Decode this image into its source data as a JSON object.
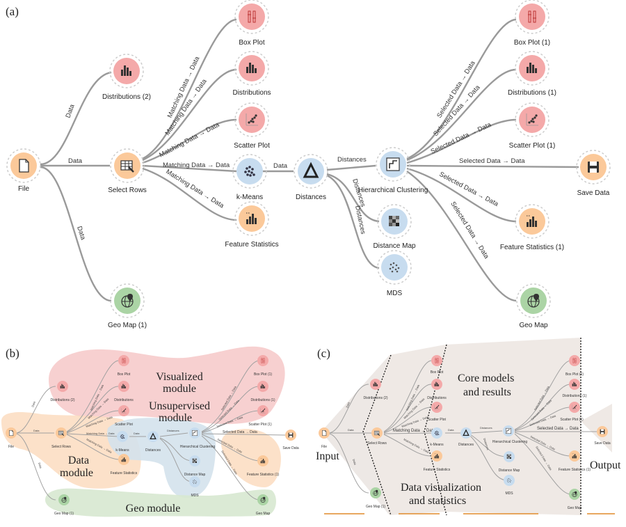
{
  "panels": {
    "a": "(a)",
    "b": "(b)",
    "c": "(c)"
  },
  "edges": {
    "data": "Data",
    "matching": "Matching Data → Data",
    "distances": "Distances",
    "selected": "Selected Data → Data"
  },
  "panel_a": {
    "file": "File",
    "select_rows": "Select Rows",
    "distributions_2": "Distributions (2)",
    "geo_map_1": "Geo Map (1)",
    "box_plot": "Box Plot",
    "distributions": "Distributions",
    "scatter_plot": "Scatter Plot",
    "k_means": "k-Means",
    "feature_statistics": "Feature Statistics",
    "distances": "Distances",
    "hierarchical_clustering": "Hierarchical Clustering",
    "distance_map": "Distance Map",
    "mds": "MDS",
    "box_plot_1": "Box Plot (1)",
    "distributions_1": "Distributions (1)",
    "scatter_plot_1": "Scatter Plot (1)",
    "save_data": "Save Data",
    "feature_statistics_1": "Feature Statistics (1)",
    "geo_map": "Geo Map"
  },
  "panel_b": {
    "visualized_1": "Visualized",
    "visualized_2": "module",
    "unsupervised_1": "Unsupervised",
    "unsupervised_2": "module",
    "data_1": "Data",
    "data_2": "module",
    "geo": "Geo module"
  },
  "panel_c": {
    "input": "Input",
    "viz_1": "Data visualization",
    "viz_2": "and statistics",
    "core_1": "Core models",
    "core_2": "and results",
    "output": "Output"
  },
  "colors": {
    "visualize": "#f4a9a9",
    "data": "#fbc99a",
    "unsupervised": "#c7dcef",
    "geo": "#abd4a5",
    "divider_underline": "#e08a2a"
  }
}
